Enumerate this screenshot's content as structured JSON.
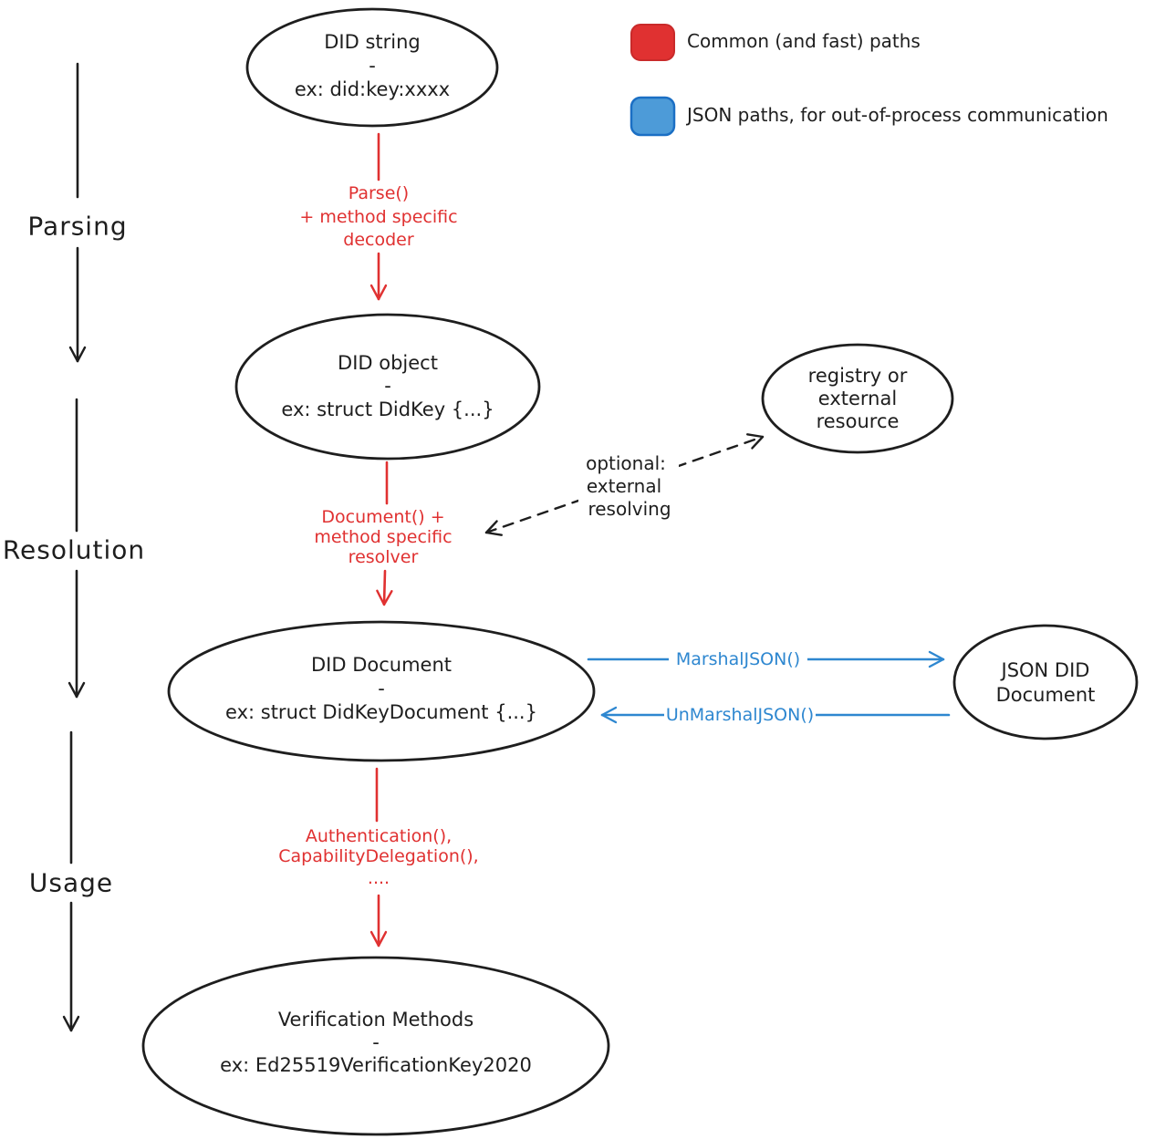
{
  "colors": {
    "ink": "#1e1e1e",
    "red": "#e03131",
    "blue": "#2e87d0",
    "legend_red_fill": "#e03131",
    "legend_blue_fill": "#4d9bd8"
  },
  "legend": {
    "items": [
      {
        "swatch_fill": "#e03131",
        "label": "Common (and fast) paths"
      },
      {
        "swatch_fill": "#4d9bd8",
        "label": "JSON paths, for out-of-process communication"
      }
    ]
  },
  "stages": {
    "parsing": "Parsing",
    "resolution": "Resolution",
    "usage": "Usage"
  },
  "nodes": {
    "did_string": {
      "line1": "DID string",
      "line2": "-",
      "line3": "ex: did:key:xxxx"
    },
    "did_object": {
      "line1": "DID object",
      "line2": "-",
      "line3": "ex: struct DidKey {...}"
    },
    "registry": {
      "line1": "registry or",
      "line2": "external",
      "line3": "resource"
    },
    "did_document": {
      "line1": "DID Document",
      "line2": "-",
      "line3": "ex: struct DidKeyDocument {...}"
    },
    "json_did_document": {
      "line1": "JSON DID",
      "line2": "Document"
    },
    "verification_methods": {
      "line1": "Verification Methods",
      "line2": "-",
      "line3": "ex: Ed25519VerificationKey2020"
    }
  },
  "edges": {
    "parse": {
      "line1": "Parse()",
      "line2": "+ method specific",
      "line3": "decoder"
    },
    "resolve": {
      "line1": "Document() +",
      "line2": "method specific",
      "line3": "resolver"
    },
    "external_resolving": {
      "line1": "optional:",
      "line2": "external",
      "line3": "resolving"
    },
    "marshal": {
      "label": "MarshalJSON()"
    },
    "unmarshal": {
      "label": "UnMarshalJSON()"
    },
    "usage_methods": {
      "line1": "Authentication(),",
      "line2": "CapabilityDelegation(),",
      "line3": "...."
    }
  }
}
